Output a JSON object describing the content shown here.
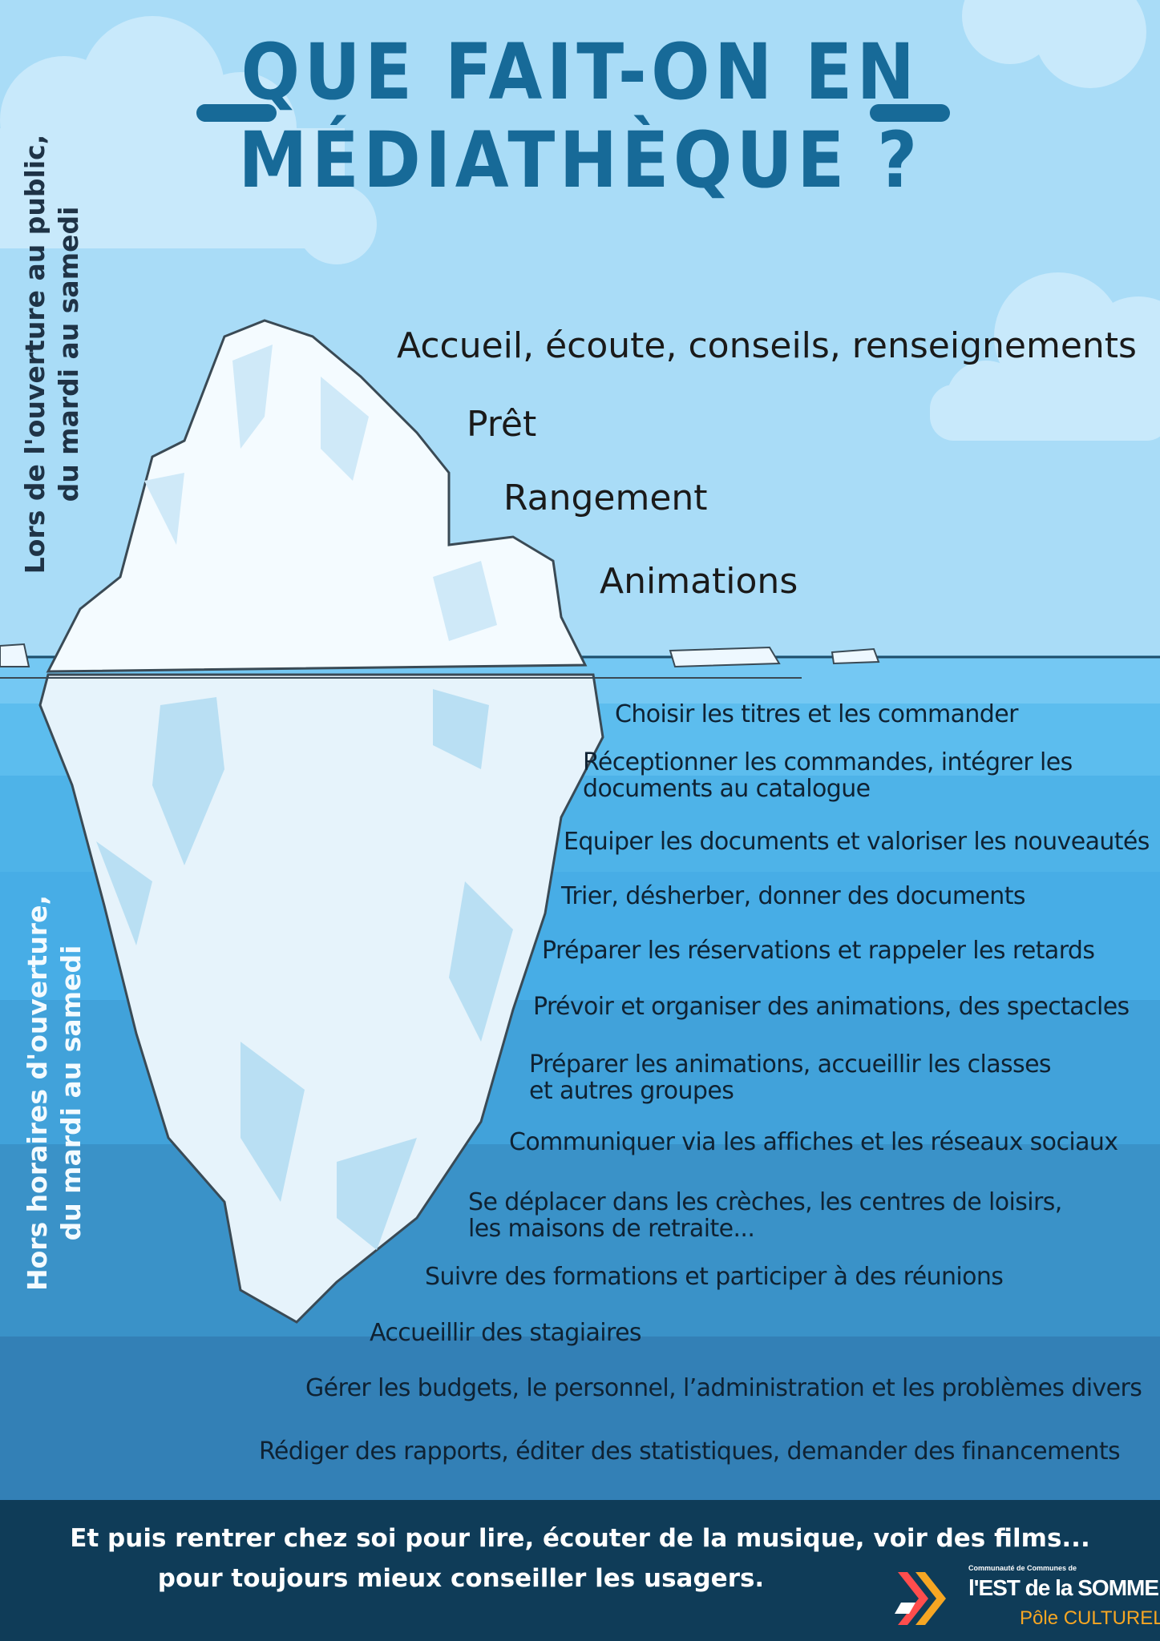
{
  "title": {
    "line1": "QUE FAIT-ON EN",
    "line2": "MÉDIATHÈQUE ?"
  },
  "side_labels": {
    "public_hours": {
      "line1": "Lors de l'ouverture au public,",
      "line2": "du mardi au samedi"
    },
    "off_hours": {
      "line1": "Hors horaires d'ouverture,",
      "line2": "du mardi au samedi"
    }
  },
  "visible_tasks": {
    "t1": "Accueil, écoute, conseils, renseignements",
    "t2": "Prêt",
    "t3": "Rangement",
    "t4": "Animations"
  },
  "hidden_tasks": {
    "t1": "Choisir les titres et les commander",
    "t2a": "Réceptionner les commandes, intégrer les",
    "t2b": "documents au catalogue",
    "t3": "Equiper les documents et valoriser les nouveautés",
    "t4": "Trier, désherber, donner des documents",
    "t5": "Préparer les réservations et rappeler les retards",
    "t6": "Prévoir et organiser des animations, des spectacles",
    "t7a": "Préparer les animations, accueillir les classes",
    "t7b": "et autres groupes",
    "t8": "Communiquer via les affiches et les réseaux sociaux",
    "t9a": "Se déplacer dans les crèches, les centres de loisirs,",
    "t9b": "les maisons de retraite...",
    "t10": "Suivre des formations et participer à des réunions",
    "t11": "Accueillir des stagiaires",
    "t12": "Gérer les budgets, le personnel, l’administration et les problèmes divers",
    "t13": "Rédiger des rapports, éditer des statistiques, demander des financements"
  },
  "footer": {
    "line1": "Et puis rentrer chez soi pour lire, écouter de la musique, voir des films...",
    "line2": "pour toujours mieux conseiller les usagers."
  },
  "logo": {
    "small": "Communauté de Communes de",
    "main": "l'EST de la SOMME",
    "sub": "Pôle CULTUREL"
  },
  "colors": {
    "sky": "#a9dcf7",
    "water_top": "#5bbcef",
    "water_deep": "#2f7fb3",
    "title": "#176a98",
    "footer": "#0f3c58",
    "logo_red": "#ff4d4d",
    "logo_orange": "#f6a623"
  },
  "icons": {
    "logo_mark": "chevron-arrows-icon"
  }
}
